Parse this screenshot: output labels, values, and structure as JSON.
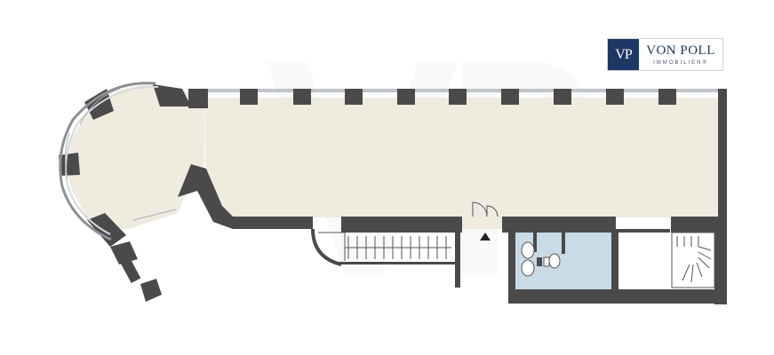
{
  "brand": {
    "mark": "VP",
    "name": "VON POLL",
    "subtitle": "IMMOBILIEN®"
  },
  "colors": {
    "wall": "#4a4a4a",
    "floor_main": "#efebdf",
    "floor_bath": "#c9dbe6",
    "window": "#e9ecef",
    "brand_navy": "#1f3764"
  },
  "elements": [
    "main-room",
    "bay-tower",
    "stairwell-left",
    "bathroom",
    "stairwell-right",
    "entrance-door",
    "entrance-arrow"
  ]
}
